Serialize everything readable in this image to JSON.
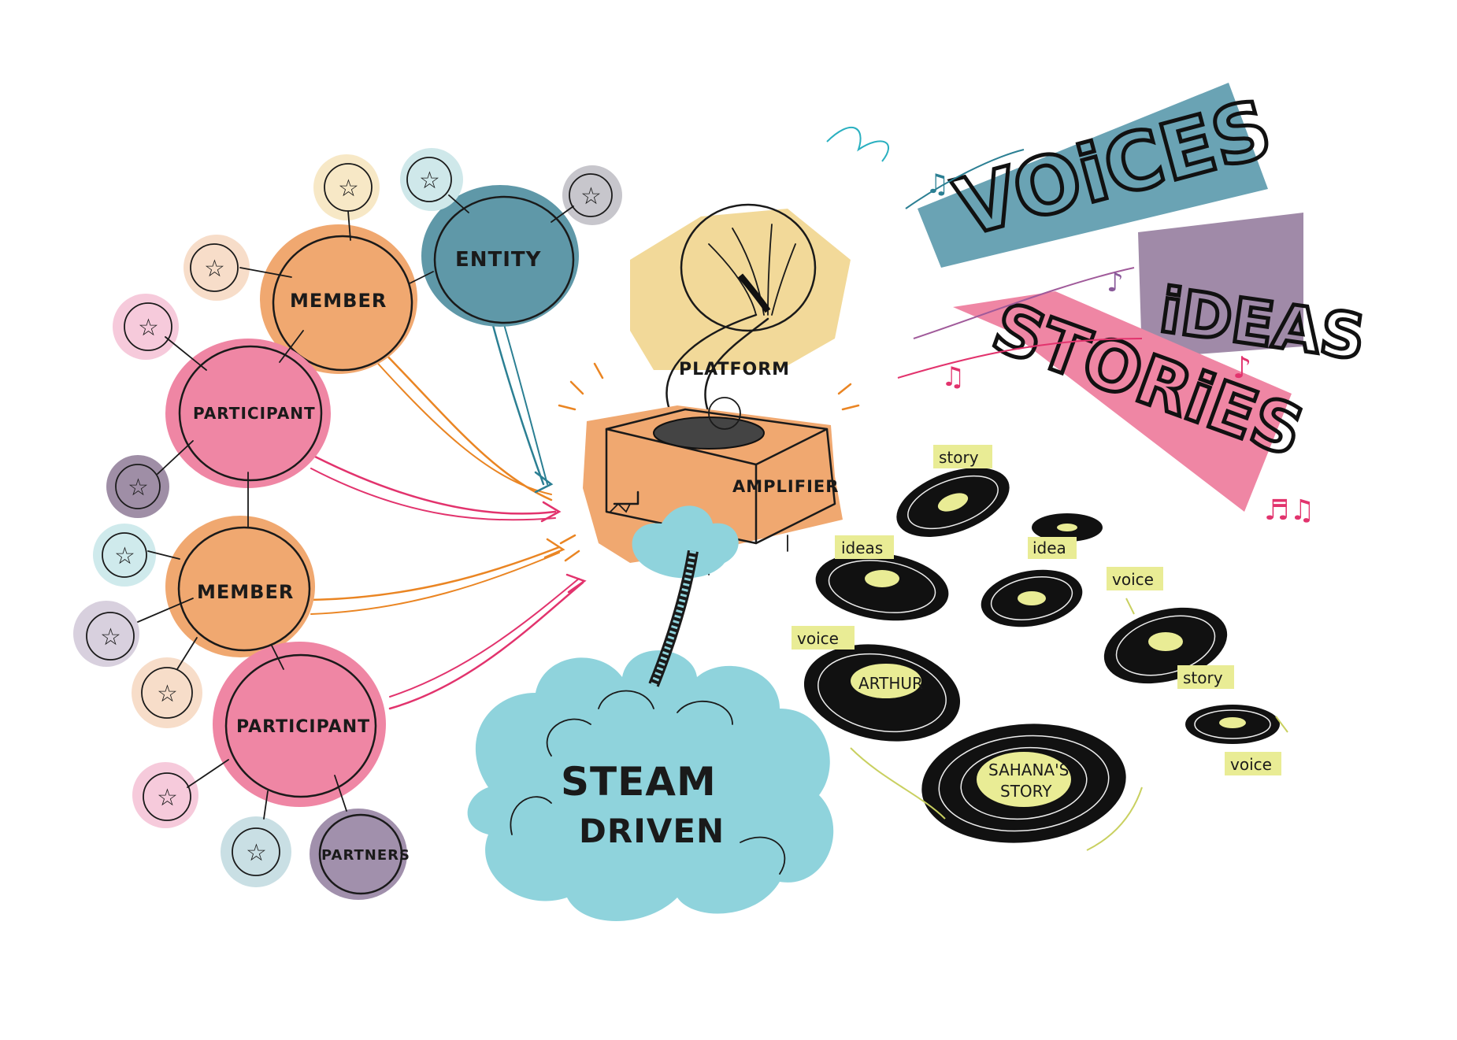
{
  "nodes": {
    "member_top": "MEMBER",
    "entity": "ENTITY",
    "participant_top": "PARTICIPANT",
    "member_bottom": "MEMBER",
    "participant_bottom": "PARTICIPANT",
    "partners": "PARTNERS"
  },
  "gramophone": {
    "platform": "PLATFORM",
    "amplifier": "AMPLIFIER"
  },
  "cloud": {
    "line1": "STEAM",
    "line2": "DRIVEN"
  },
  "banners": {
    "voices": "VOiCES",
    "ideas": "iDEAS",
    "stories": "STORiES"
  },
  "records": {
    "story_1": "story",
    "idea": "idea",
    "ideas": "ideas",
    "voice_1": "voice",
    "voice_2": "voice",
    "arthur": "ARTHUR",
    "story_2": "story",
    "sahana_line1": "SAHANA'S",
    "sahana_line2": "STORY",
    "voice_3": "voice"
  },
  "colors": {
    "orange": "#f0a870",
    "pink": "#ef86a4",
    "teal": "#5f98a8",
    "mauve": "#a190ac",
    "cyan": "#8fd3dc",
    "cream": "#f2d999",
    "label_yellow": "#e9ec95",
    "arrow_orange": "#ea8523",
    "arrow_pink": "#e2336d",
    "arrow_teal": "#2b7f93"
  }
}
